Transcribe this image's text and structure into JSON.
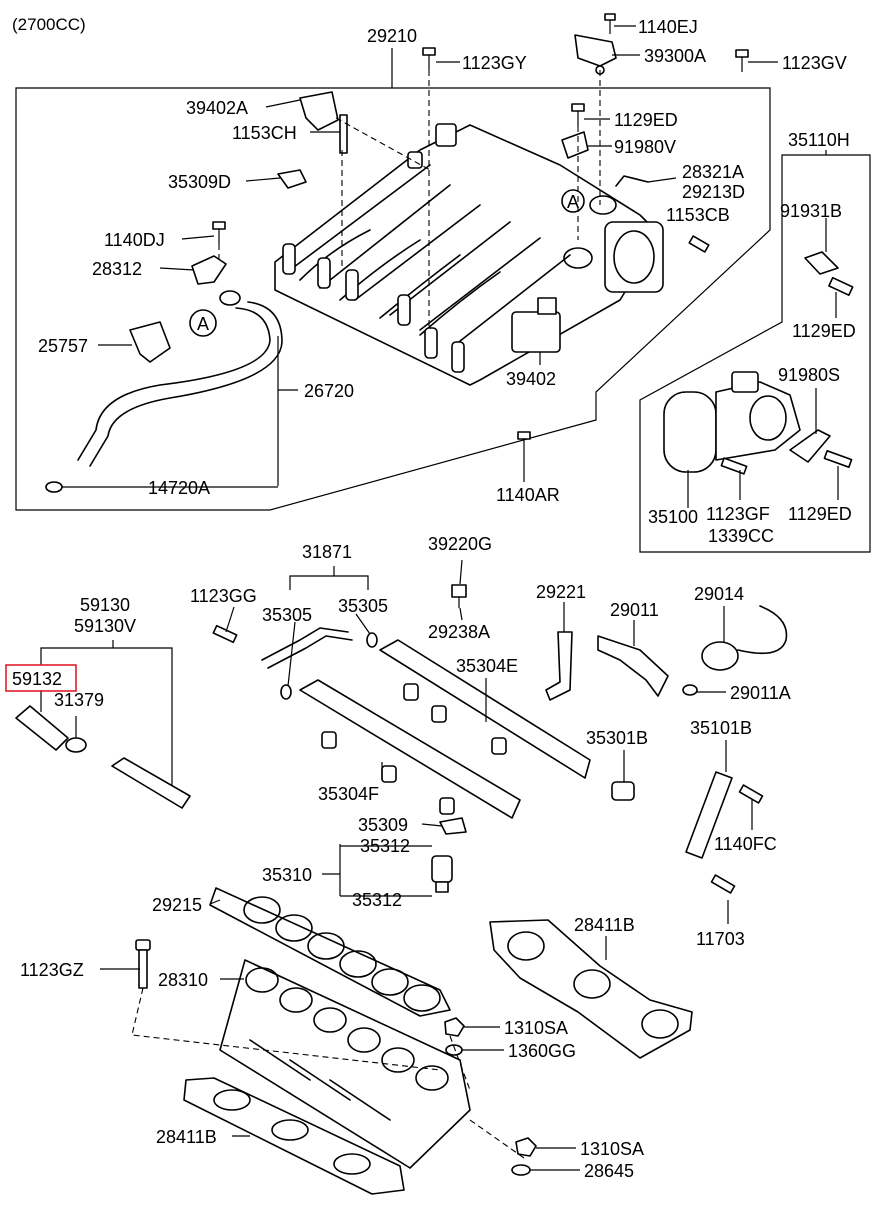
{
  "header": {
    "engine": "(2700CC)"
  },
  "callouts": {
    "c29210": "29210",
    "c1140EJ": "1140EJ",
    "c39300A": "39300A",
    "c1123GY": "1123GY",
    "c1123GV": "1123GV",
    "c39402A": "39402A",
    "c1153CH": "1153CH",
    "c1129ED_1": "1129ED",
    "c91980V": "91980V",
    "c35110H": "35110H",
    "c35309D": "35309D",
    "c28321A": "28321A",
    "c29213D": "29213D",
    "c1153CB": "1153CB",
    "c91931B": "91931B",
    "c1140DJ": "1140DJ",
    "c28312": "28312",
    "c1129ED_2": "1129ED",
    "c25757": "25757",
    "c39402": "39402",
    "c91980S": "91980S",
    "c26720": "26720",
    "c14720A": "14720A",
    "c1140AR": "1140AR",
    "c35100": "35100",
    "c1123GF": "1123GF",
    "c1129ED_3": "1129ED",
    "c1339CC": "1339CC",
    "c31871": "31871",
    "c39220G": "39220G",
    "c59130": "59130",
    "c59130V": "59130V",
    "c1123GG": "1123GG",
    "c35305_1": "35305",
    "c35305_2": "35305",
    "c29221": "29221",
    "c29011": "29011",
    "c29014": "29014",
    "c29238A": "29238A",
    "c59132": "59132",
    "c35304E": "35304E",
    "c31379": "31379",
    "c29011A": "29011A",
    "c35101B": "35101B",
    "c35301B": "35301B",
    "c35304F": "35304F",
    "c1140FC": "1140FC",
    "c35309": "35309",
    "c35312_1": "35312",
    "c35310": "35310",
    "c35312_2": "35312",
    "c29215": "29215",
    "c28411B_1": "28411B",
    "c1123GZ": "1123GZ",
    "c11703": "11703",
    "c28310": "28310",
    "c1310SA_1": "1310SA",
    "c1360GG": "1360GG",
    "c28411B_2": "28411B",
    "c1310SA_2": "1310SA",
    "c28645": "28645"
  },
  "reference_markers": {
    "a1": "A",
    "a2": "A"
  },
  "highlight": {
    "part": "59132",
    "color": "#e0202a"
  }
}
